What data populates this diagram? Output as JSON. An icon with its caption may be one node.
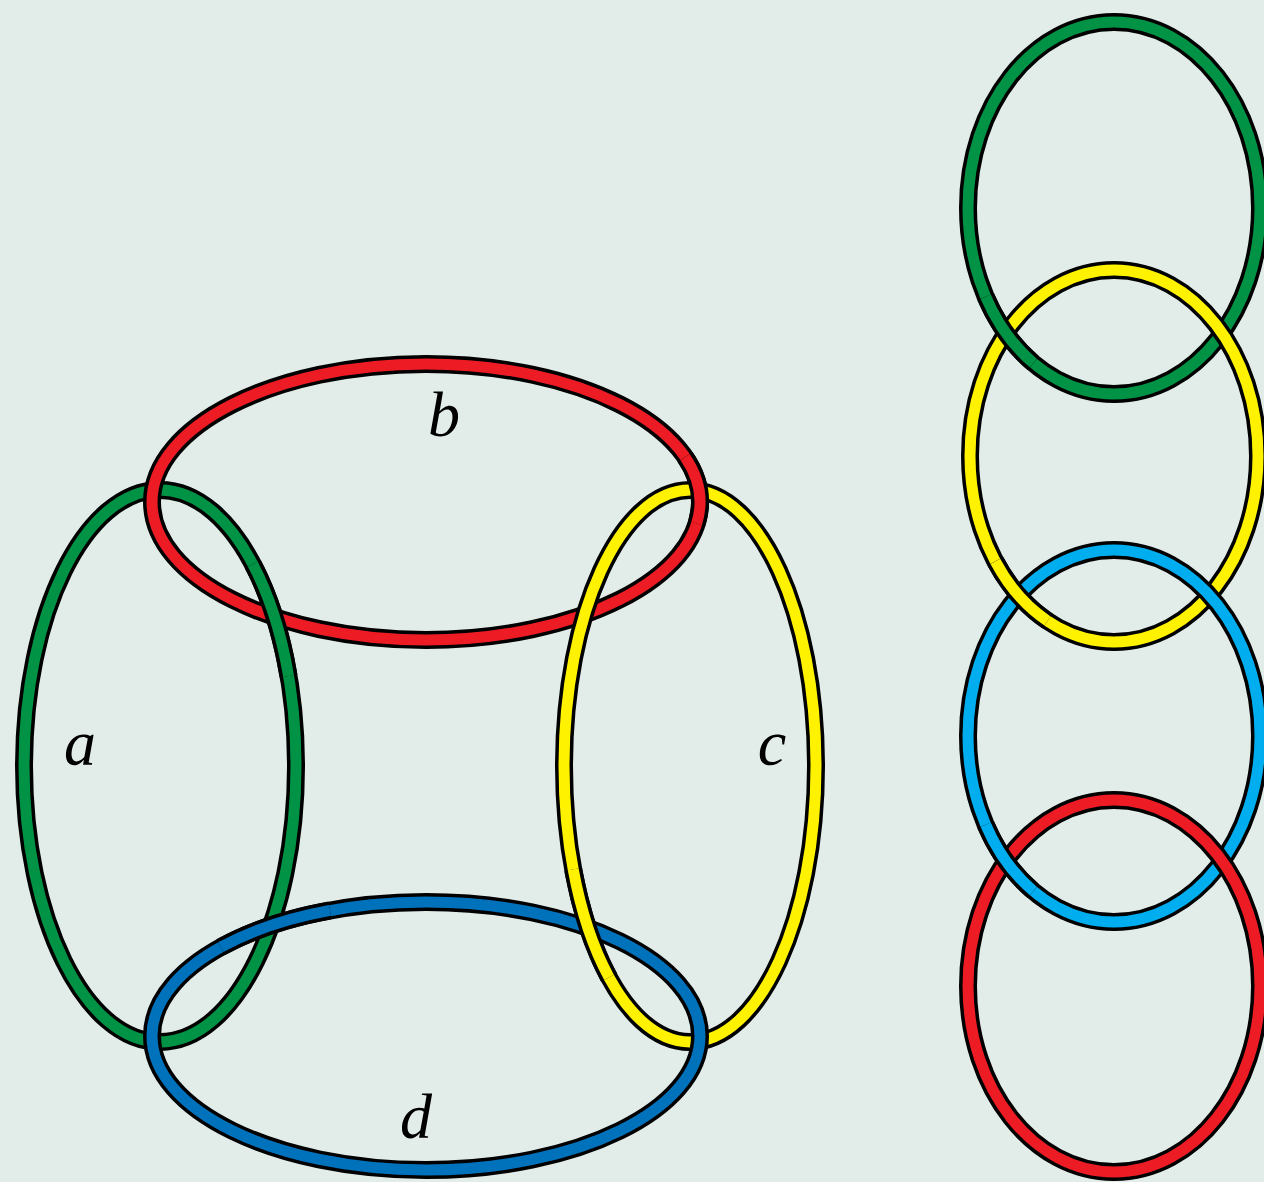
{
  "diagram": {
    "nodes": [
      {
        "text": [
          "a"
        ]
      },
      {
        "text": [
          "b"
        ]
      },
      {
        "text": [
          "c"
        ]
      },
      {
        "text": [
          "d"
        ]
      },
      {
        "text": [],
        "shape": "circle"
      },
      {
        "text": [],
        "shape": "circle"
      },
      {
        "text": [],
        "shape": "circle"
      },
      {
        "text": [],
        "shape": "circle"
      }
    ]
  }
}
